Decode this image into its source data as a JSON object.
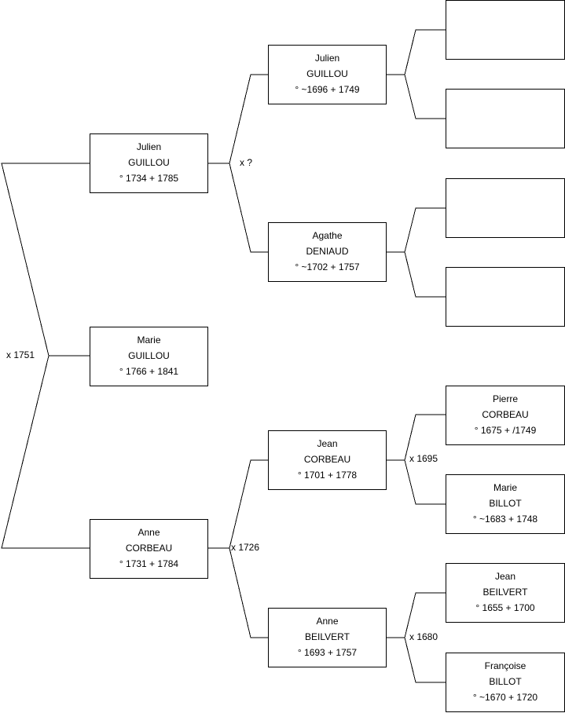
{
  "colors": {
    "line": "#000000",
    "box_border": "#000000",
    "background": "#ffffff"
  },
  "persons": {
    "p1": {
      "first": "Marie",
      "last": "GUILLOU",
      "dates": "° 1766 + 1841"
    },
    "p2": {
      "first": "Julien",
      "last": "GUILLOU",
      "dates": "° 1734 + 1785"
    },
    "p3": {
      "first": "Anne",
      "last": "CORBEAU",
      "dates": "° 1731 + 1784"
    },
    "p4": {
      "first": "Julien",
      "last": "GUILLOU",
      "dates": "° ~1696 + 1749"
    },
    "p5": {
      "first": "Agathe",
      "last": "DENIAUD",
      "dates": "° ~1702 + 1757"
    },
    "p6": {
      "first": "Jean",
      "last": "CORBEAU",
      "dates": "° 1701 + 1778"
    },
    "p7": {
      "first": "Anne",
      "last": "BEILVERT",
      "dates": "° 1693 + 1757"
    },
    "p8": {
      "first": "",
      "last": "",
      "dates": ""
    },
    "p9": {
      "first": "",
      "last": "",
      "dates": ""
    },
    "p10": {
      "first": "",
      "last": "",
      "dates": ""
    },
    "p11": {
      "first": "",
      "last": "",
      "dates": ""
    },
    "p12": {
      "first": "Pierre",
      "last": "CORBEAU",
      "dates": "° 1675 + /1749"
    },
    "p13": {
      "first": "Marie",
      "last": "BILLOT",
      "dates": "° ~1683 + 1748"
    },
    "p14": {
      "first": "Jean",
      "last": "BEILVERT",
      "dates": "° 1655 + 1700"
    },
    "p15": {
      "first": "Françoise",
      "last": "BILLOT",
      "dates": "° ~1670 + 1720"
    }
  },
  "marriages": {
    "m1": "x 1751",
    "m2": "x ?",
    "m3": "x 1726",
    "m6": "x 1695",
    "m7": "x 1680"
  }
}
